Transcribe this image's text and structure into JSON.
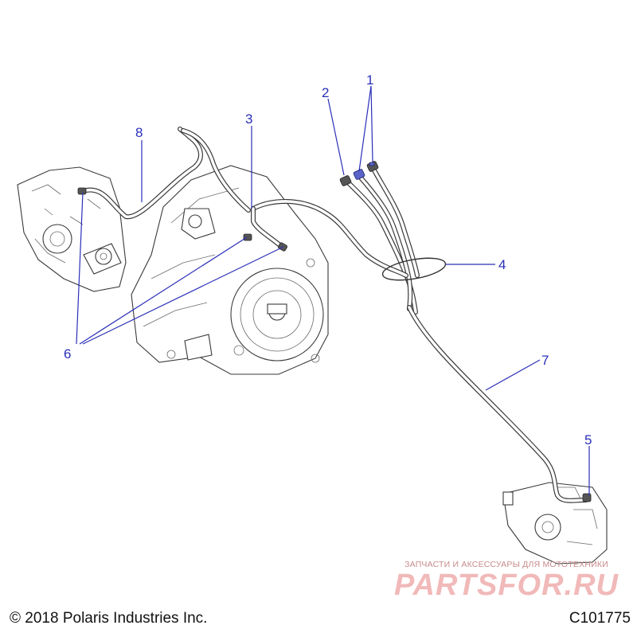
{
  "callouts": [
    {
      "id": "1",
      "label": "1"
    },
    {
      "id": "2",
      "label": "2"
    },
    {
      "id": "3",
      "label": "3"
    },
    {
      "id": "4",
      "label": "4"
    },
    {
      "id": "5",
      "label": "5"
    },
    {
      "id": "6",
      "label": "6"
    },
    {
      "id": "7",
      "label": "7"
    },
    {
      "id": "8",
      "label": "8"
    }
  ],
  "footer": {
    "copyright": "© 2018 Polaris Industries Inc.",
    "diagram_id": "C101775"
  },
  "watermark": {
    "tagline": "ЗАПЧАСТИ И АКСЕССУАРЫ ДЛЯ МОТОТЕХНИКИ",
    "brand": "PARTSFOR.RU"
  },
  "colors": {
    "callout": "#2a2fb8",
    "line_art": "#3a3a3a",
    "watermark": "#f1b9b9"
  }
}
